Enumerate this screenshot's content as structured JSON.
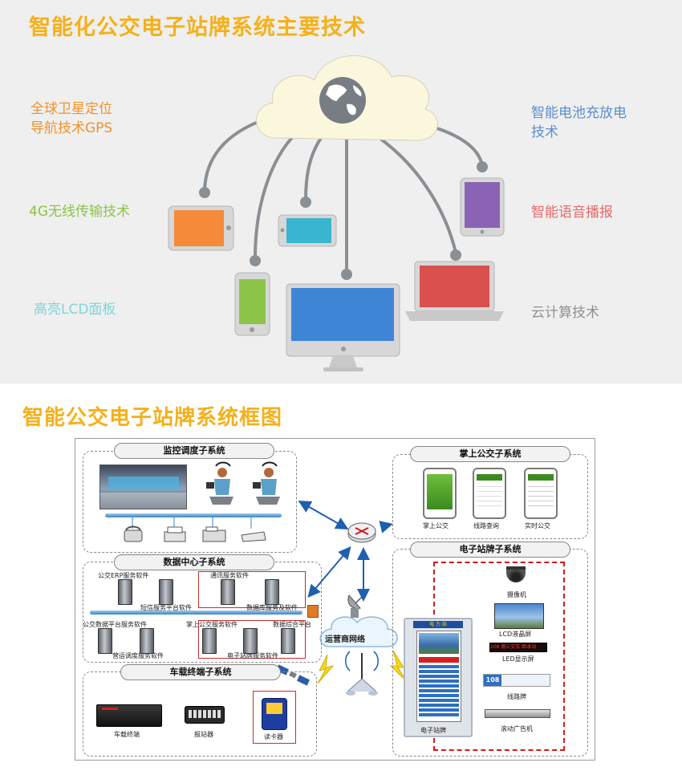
{
  "top": {
    "title": "智能化公交电子站牌系统主要技术",
    "left_techs": [
      {
        "text": "全球卫星定位\n导航技术GPS",
        "color": "#f0922c"
      },
      {
        "text": "4G无线传输技术",
        "color": "#8cc44a"
      },
      {
        "text": "高亮LCD面板",
        "color": "#7fd4d8"
      }
    ],
    "right_techs": [
      {
        "text": "智能电池充放电\n技术",
        "color": "#5a8fd0"
      },
      {
        "text": "智能语音播报",
        "color": "#e56a6a"
      },
      {
        "text": "云计算技术",
        "color": "#909090"
      }
    ],
    "colors": {
      "cloud": "#fbf7dc",
      "tablet_orange": "#f58a3a",
      "phone_teal": "#38b5cf",
      "tablet_purple": "#8b63b4",
      "phone_green": "#8cc44a",
      "monitor_blue": "#3f85d6",
      "laptop_red": "#d9504f",
      "connector": "#8a8f94"
    }
  },
  "bottom": {
    "title": "智能公交电子站牌系统框图",
    "monitor": {
      "header": "监控调度子系统"
    },
    "datacenter": {
      "header": "数据中心子系统",
      "labels": [
        "公交ERP服务软件",
        "短信服务平台软件",
        "通讯服务软件",
        "数据库服务及软件",
        "公交数据平台服务软件",
        "掌上公交服务软件",
        "数据综合平台",
        "营运调度服务软件",
        "电子站牌服务软件"
      ]
    },
    "vehicle": {
      "header": "车载终端子系统",
      "items": [
        "车载终端",
        "报站器",
        "读卡器"
      ]
    },
    "mobile": {
      "header": "掌上公交子系统",
      "items": [
        "掌上公交",
        "线路查询",
        "实时公交"
      ]
    },
    "station": {
      "header": "电子站牌子系统",
      "kiosk_top": "电 力 局",
      "kiosk_label": "电子站牌",
      "items": [
        "摄像机",
        "LCD液晶屏",
        "LED显示屏",
        "线路牌",
        "滚动广告机"
      ],
      "route_number": "108",
      "led_text": "108 路公交车 距本站"
    },
    "network": {
      "label": "运营商网络"
    }
  }
}
